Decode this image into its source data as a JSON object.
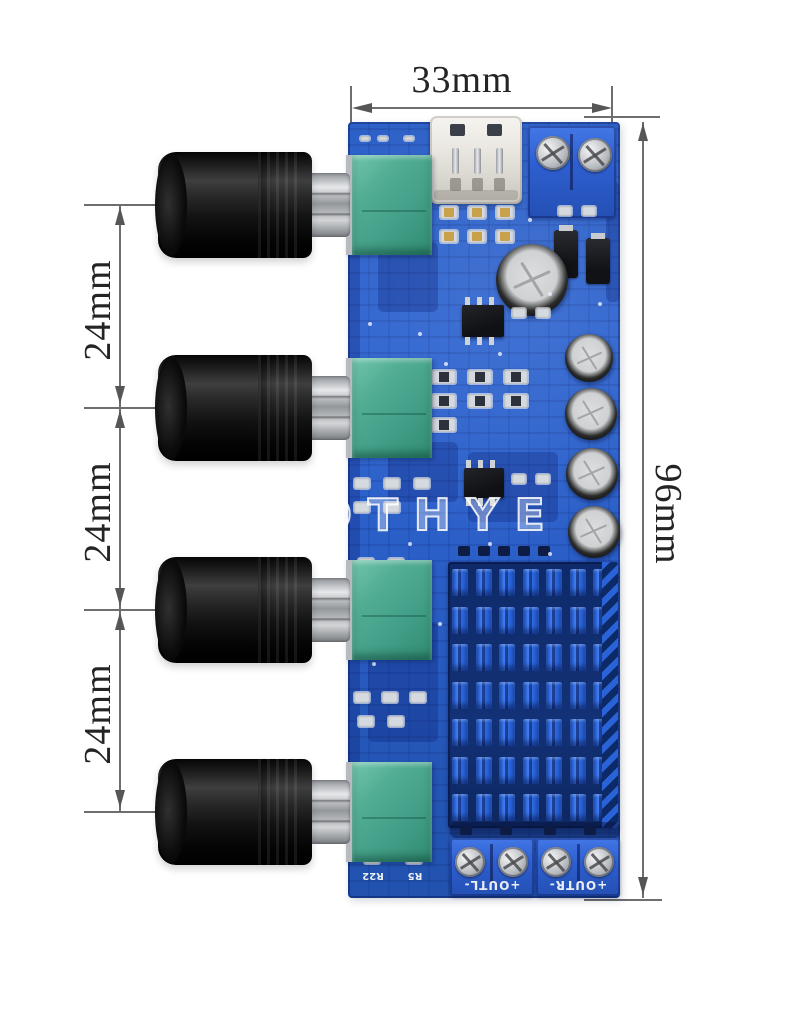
{
  "watermark": {
    "text": "LOTHYE"
  },
  "dimensions": {
    "board_width": "33mm",
    "board_height": "96mm",
    "knob_spacing": [
      "24mm",
      "24mm",
      "24mm"
    ]
  },
  "board": {
    "silkscreen": {
      "output_left": "+OUTL-",
      "output_right": "+OUTR-",
      "ref_labels": [
        "R22",
        "R5"
      ]
    }
  }
}
